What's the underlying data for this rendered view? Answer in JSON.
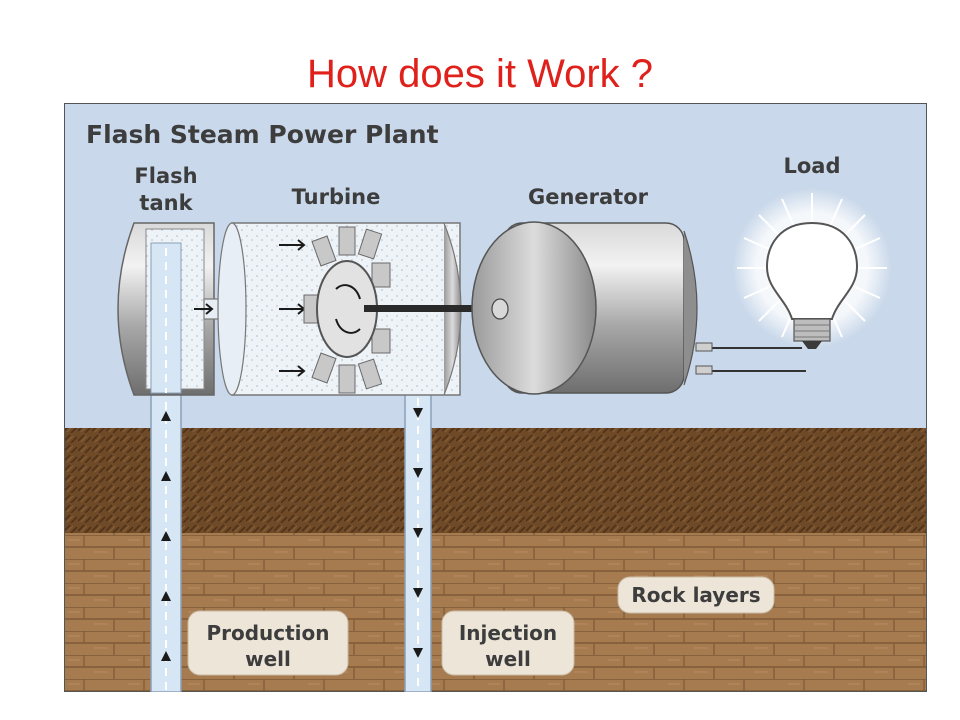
{
  "slide": {
    "title": "How does it Work ?"
  },
  "diagram": {
    "title": "Flash Steam Power Plant",
    "labels": {
      "flash_tank_line1": "Flash",
      "flash_tank_line2": "tank",
      "turbine": "Turbine",
      "generator": "Generator",
      "load": "Load",
      "production_well_line1": "Production",
      "production_well_line2": "well",
      "injection_well_line1": "Injection",
      "injection_well_line2": "well",
      "rock_layers": "Rock layers"
    },
    "colors": {
      "title": "#e0201b",
      "sky": "#c9d8ea",
      "topsoil": "#6e4a28",
      "rock": "#a57b4f",
      "well_water": "#d6e6f5",
      "label_box": "#ede5d8"
    }
  }
}
